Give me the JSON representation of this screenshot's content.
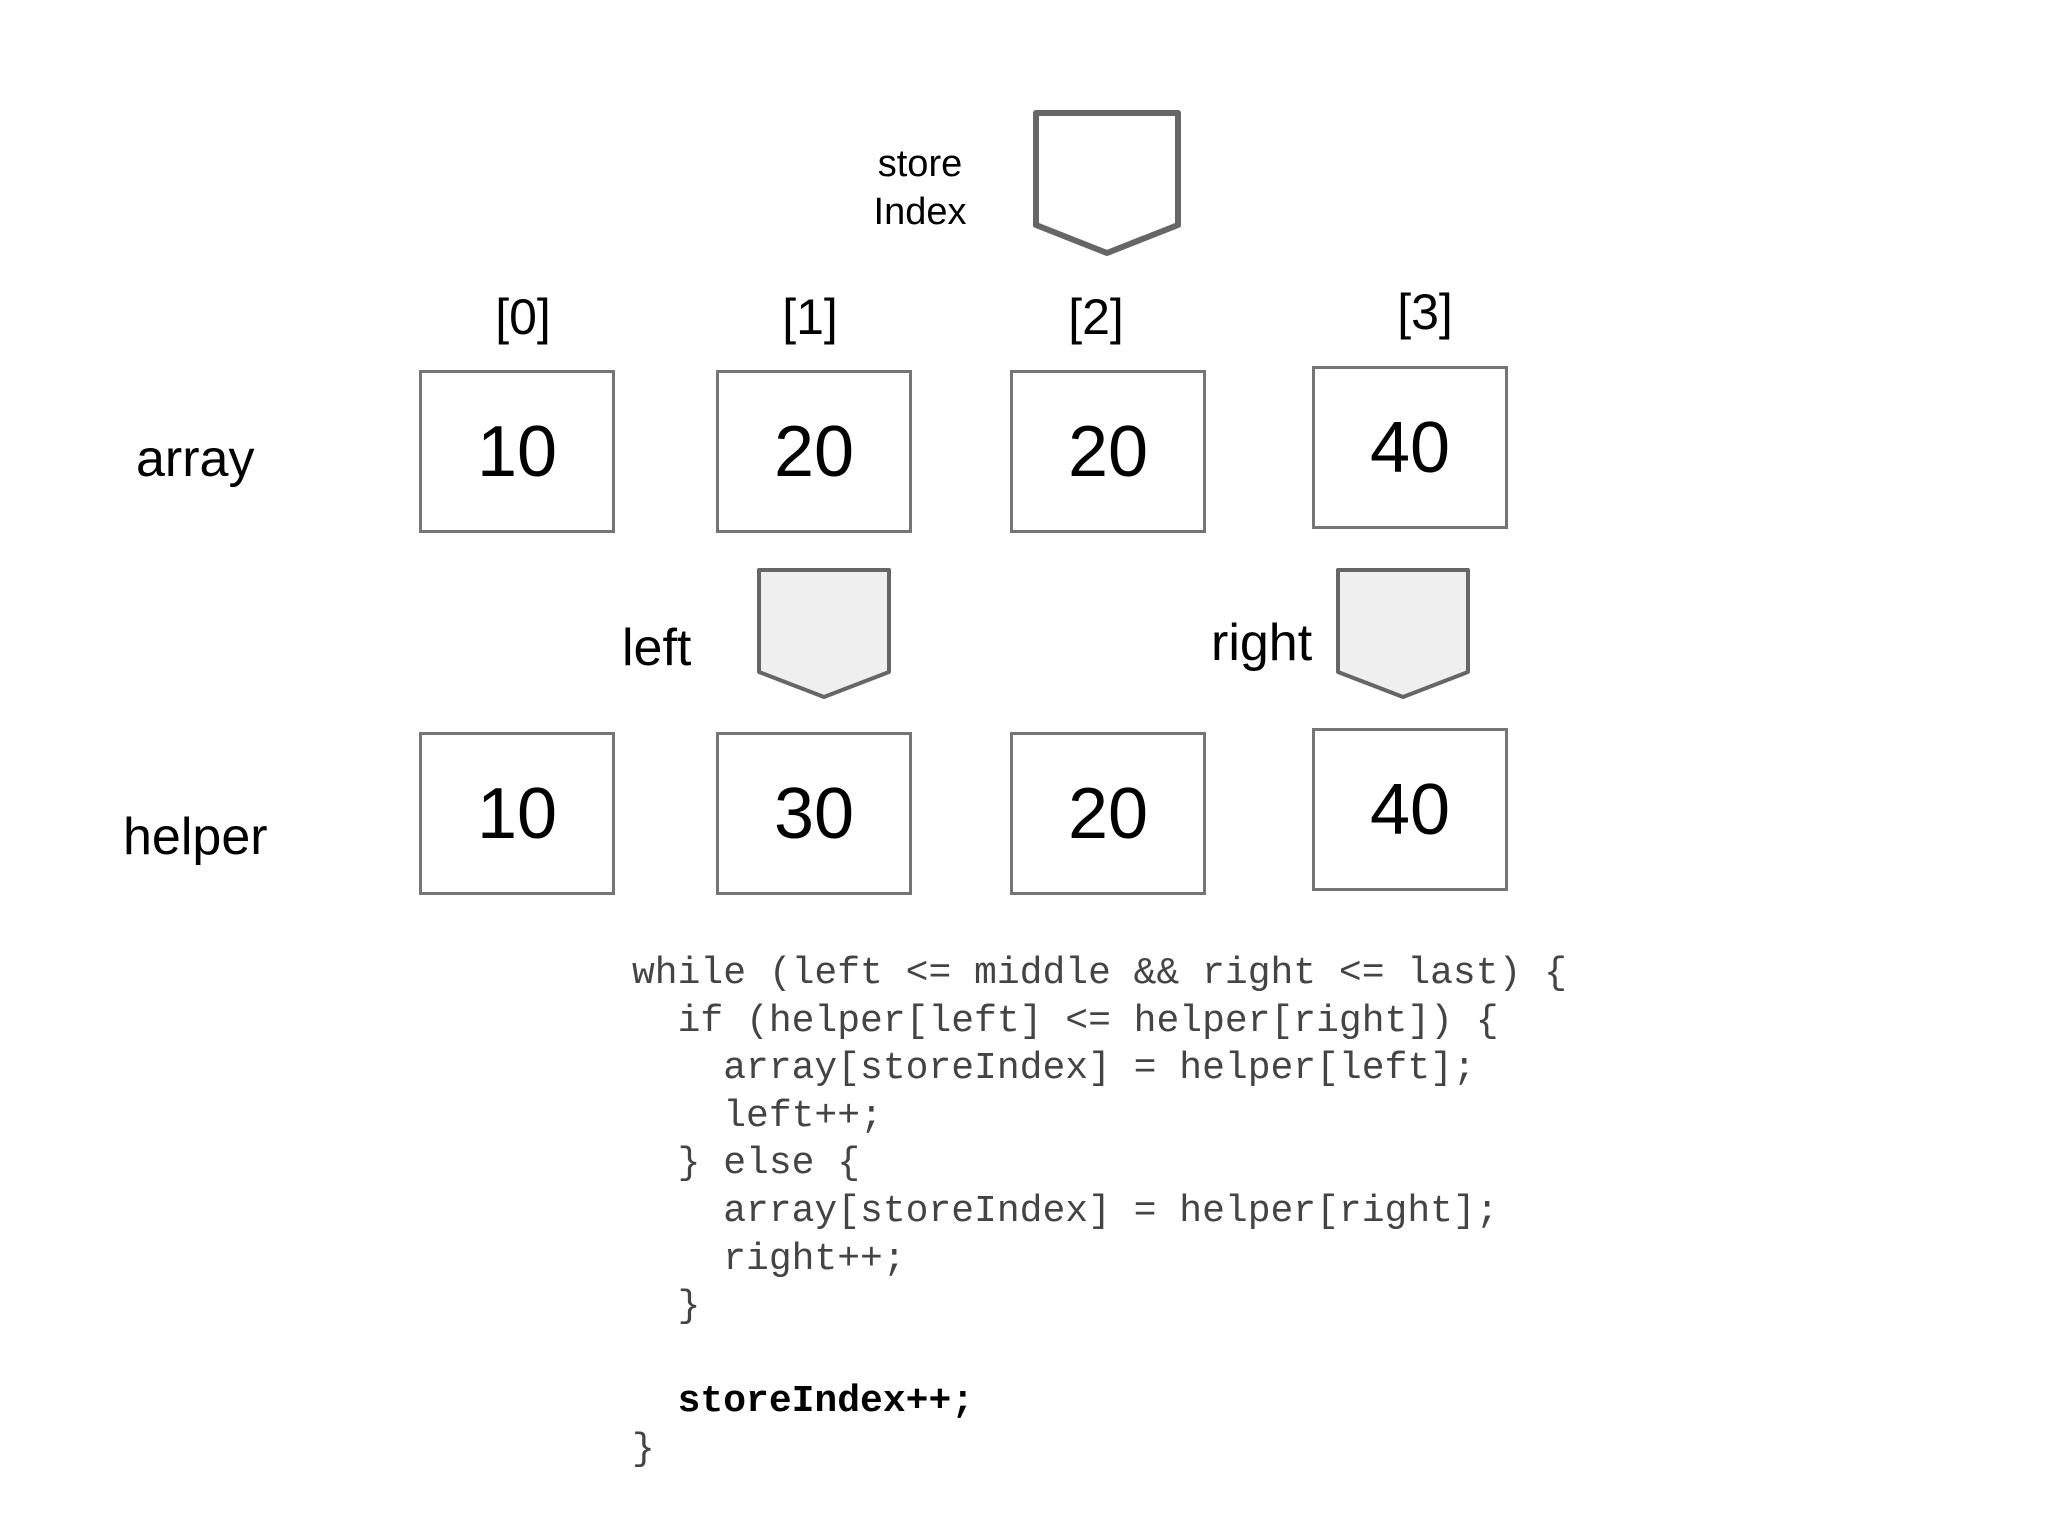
{
  "store_index": {
    "label_line1": "store",
    "label_line2": "Index"
  },
  "indices": [
    "[0]",
    "[1]",
    "[2]",
    "[3]"
  ],
  "array": {
    "label": "array",
    "values": [
      "10",
      "20",
      "20",
      "40"
    ]
  },
  "pointers": {
    "left": "left",
    "right": "right"
  },
  "helper": {
    "label": "helper",
    "values": [
      "10",
      "30",
      "20",
      "40"
    ]
  },
  "code": {
    "lines": [
      "while (left <= middle && right <= last) {",
      "  if (helper[left] <= helper[right]) {",
      "    array[storeIndex] = helper[left];",
      "    left++;",
      "  } else {",
      "    array[storeIndex] = helper[right];",
      "    right++;",
      "  }",
      "",
      "  storeIndex++;",
      "}"
    ]
  },
  "colors": {
    "cell_border": "#757575",
    "pointer_stroke": "#666666",
    "pointer_fill": "#efefef",
    "store_pointer_fill": "#ffffff",
    "code_text": "#444444"
  }
}
